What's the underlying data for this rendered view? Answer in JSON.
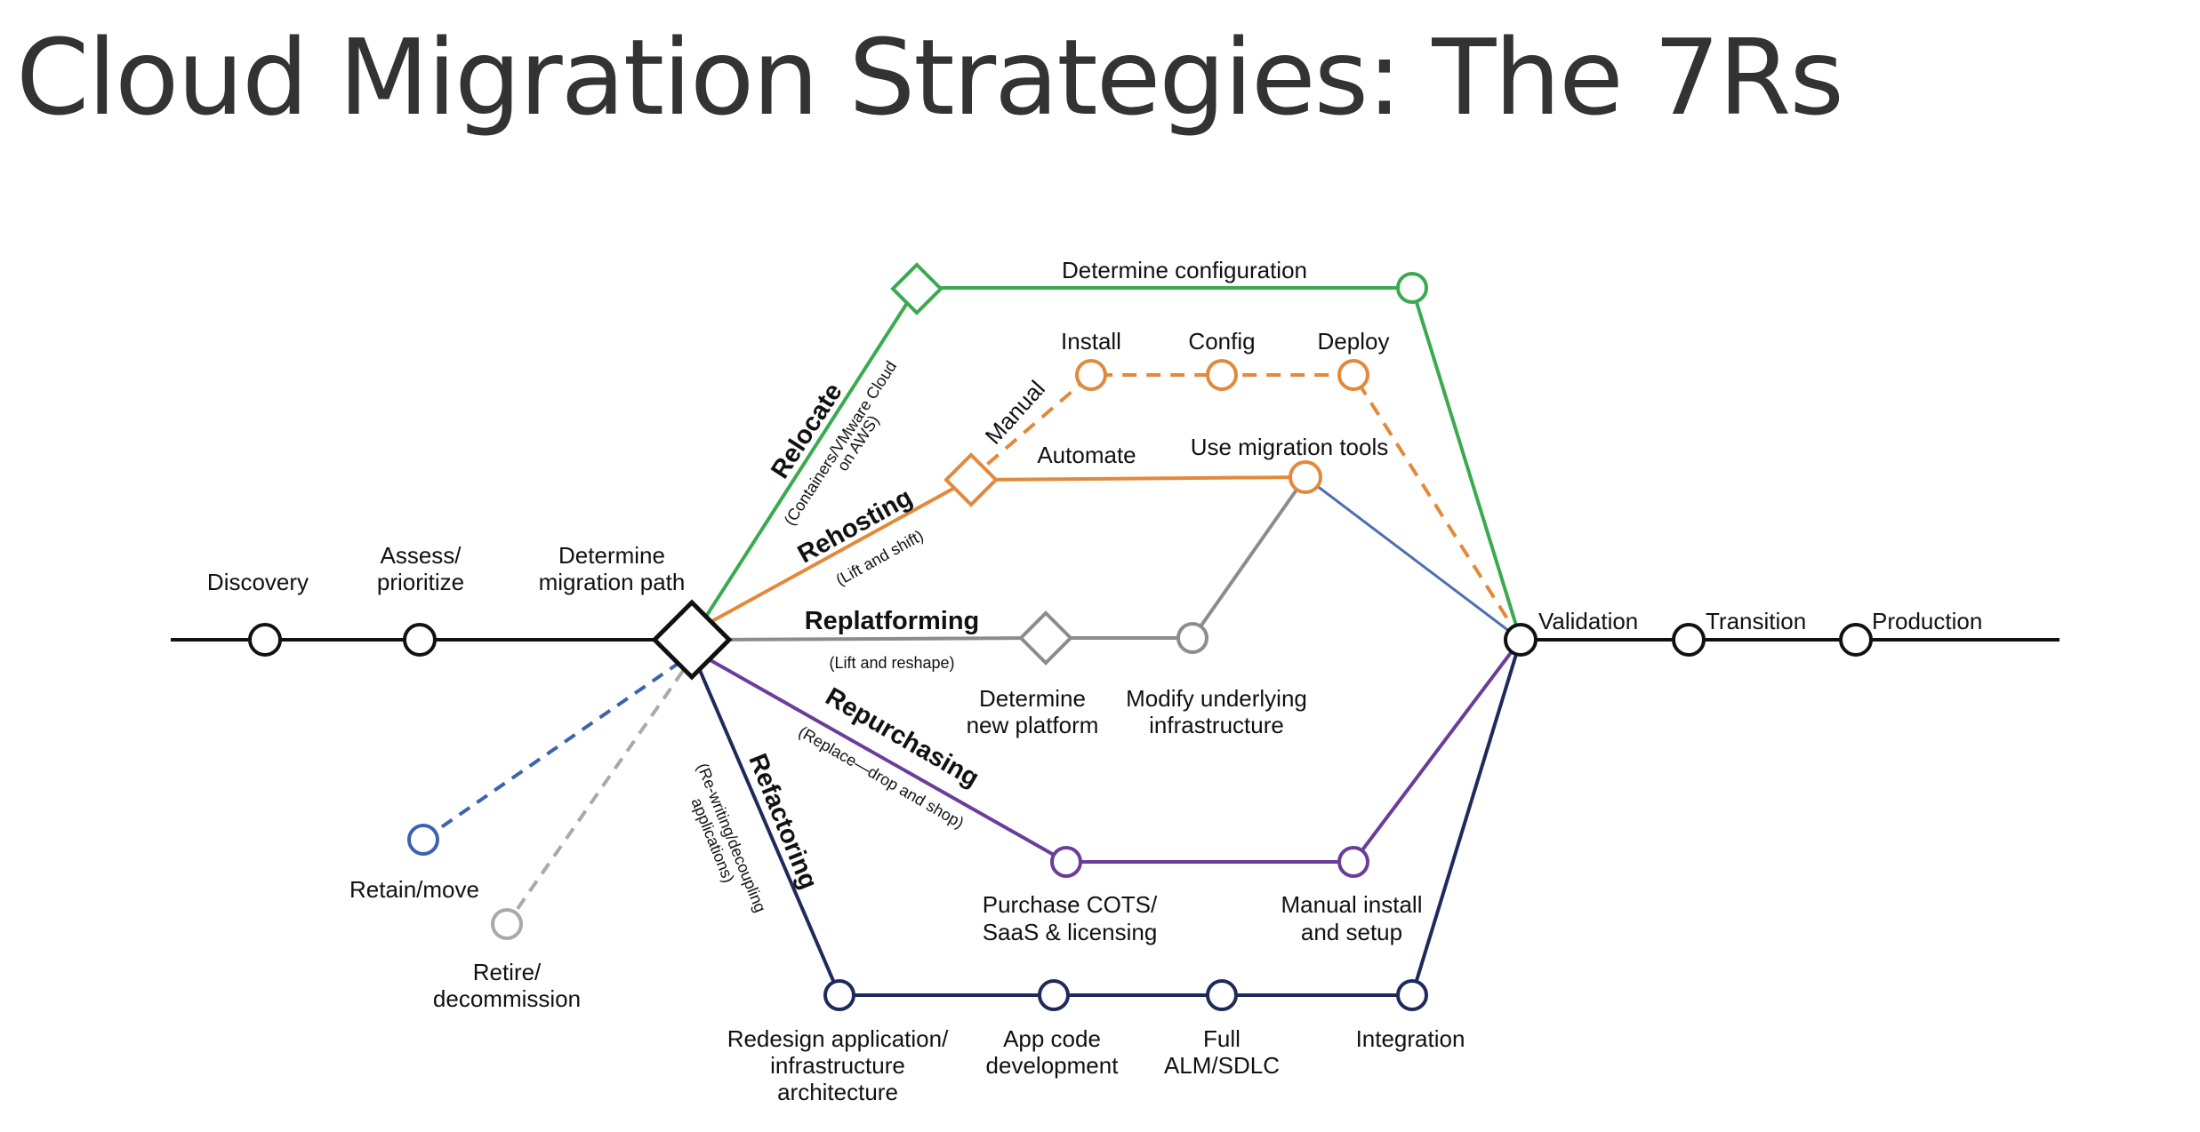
{
  "title": "Cloud Migration Strategies: The 7Rs",
  "colors": {
    "main": "#111111",
    "relocate": "#3aaa4f",
    "rehost": "#e2893b",
    "replatform": "#8c8c8c",
    "repurchase": "#6a3d9a",
    "refactor": "#1f2a5c",
    "retain": "#3b63b0",
    "retire": "#a9a9a9"
  },
  "stages": {
    "discovery": "Discovery",
    "assess_1": "Assess/",
    "assess_2": "prioritize",
    "determine_1": "Determine",
    "determine_2": "migration path",
    "validation": "Validation",
    "transition": "Transition",
    "production": "Production"
  },
  "paths": {
    "relocate": {
      "name": "Relocate",
      "sub_1": "(Containers/VMware Cloud",
      "sub_2": "on AWS)",
      "step": "Determine configuration"
    },
    "rehosting": {
      "name": "Rehosting",
      "sub": "(Lift and shift)",
      "manual": "Manual",
      "automate": "Automate",
      "install": "Install",
      "config": "Config",
      "deploy": "Deploy",
      "tools": "Use migration tools"
    },
    "replatforming": {
      "name": "Replatforming",
      "sub": "(Lift and reshape)",
      "platform_1": "Determine",
      "platform_2": "new platform",
      "modify_1": "Modify underlying",
      "modify_2": "infrastructure"
    },
    "repurchasing": {
      "name": "Repurchasing",
      "sub": "(Replace—drop and shop)",
      "purchase_1": "Purchase COTS/",
      "purchase_2": "SaaS & licensing",
      "manual_1": "Manual install",
      "manual_2": "and setup"
    },
    "refactoring": {
      "name": "Refactoring",
      "sub_1": "(Re-writing/decoupling",
      "sub_2": "applications)",
      "redesign_1": "Redesign application/",
      "redesign_2": "infrastructure",
      "redesign_3": "architecture",
      "appcode_1": "App code",
      "appcode_2": "development",
      "alm_1": "Full",
      "alm_2": "ALM/SDLC",
      "integration": "Integration"
    },
    "retain": {
      "name": "Retain/move"
    },
    "retire": {
      "name_1": "Retire/",
      "name_2": "decommission"
    }
  }
}
